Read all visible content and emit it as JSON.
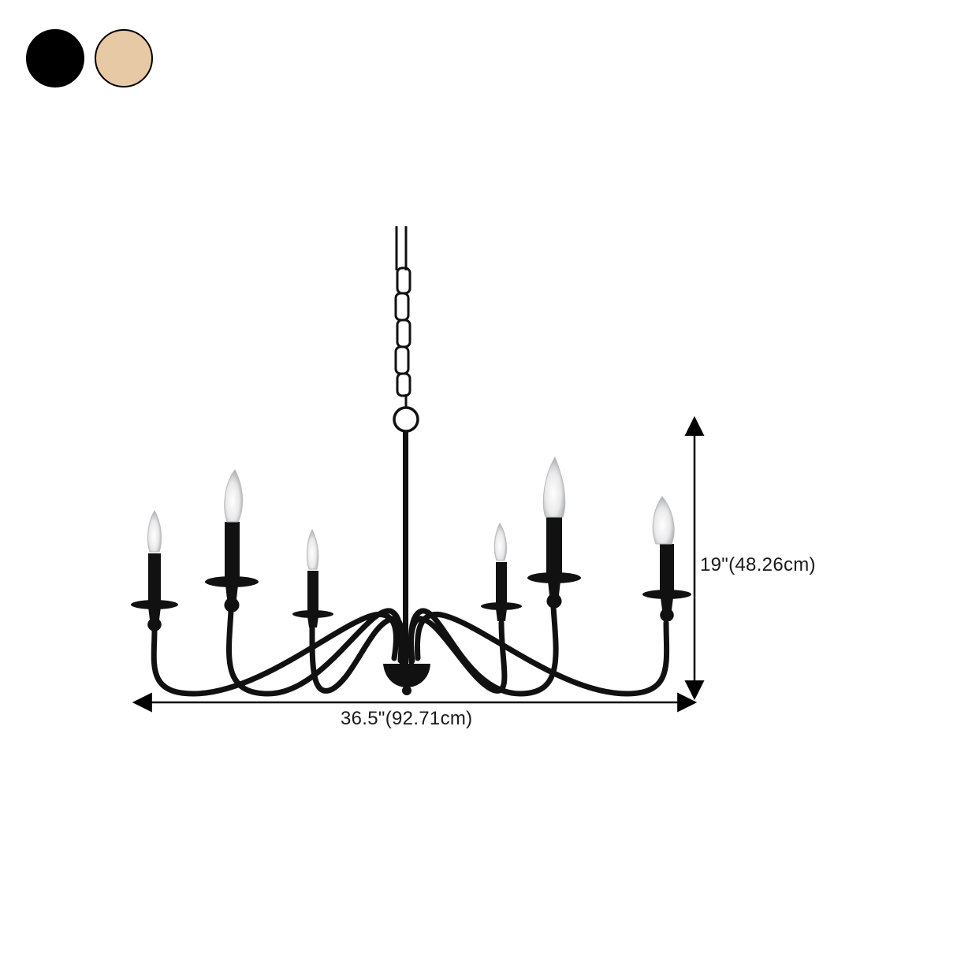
{
  "color_options": [
    {
      "name": "Black",
      "hex": "#000000"
    },
    {
      "name": "Gold",
      "hex": "#e8c9a6"
    }
  ],
  "dimensions": {
    "width_label": "36.5\"(92.71cm)",
    "height_label": "19\"(48.26cm)"
  },
  "product": {
    "icon": "chandelier-6-light-candle-icon",
    "lamp_color": "#0d0d0d"
  }
}
